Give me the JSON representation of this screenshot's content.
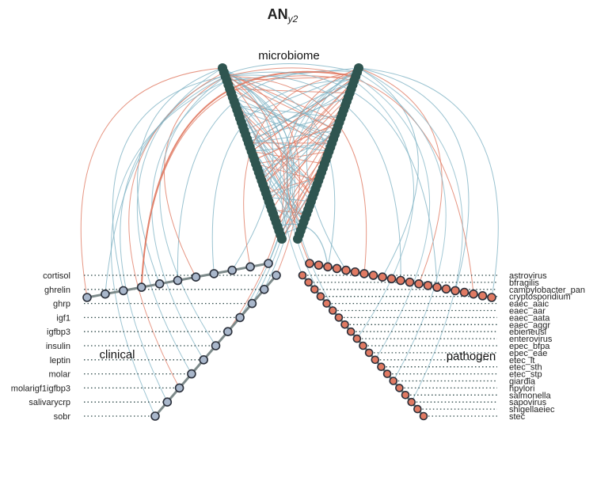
{
  "title": {
    "main": "AN",
    "sub": "y2"
  },
  "groups": {
    "microbiome": "microbiome",
    "clinical": "clinical",
    "pathogen": "pathogen"
  },
  "clinical_labels": [
    "cortisol",
    "ghrelin",
    "ghrp",
    "igf1",
    "igfbp3",
    "insulin",
    "leptin",
    "molar",
    "molarigf1igfbp3",
    "salivarycrp",
    "sobr"
  ],
  "pathogen_labels": [
    "astrovirus",
    "bfragilis",
    "campylobacter_pan",
    "cryptosporidium",
    "eaec_aaic",
    "eaec_aar",
    "eaec_aata",
    "eaec_aggr",
    "ebieneusi",
    "enterovirus",
    "epec_bfpa",
    "epec_eae",
    "etec_lt",
    "etec_sth",
    "etec_stp",
    "giardia",
    "hpylori",
    "salmonella",
    "sapovirus",
    "shigellaeiec",
    "stec"
  ],
  "colors": {
    "microbiome_node": "#2f5550",
    "node_fill": "#a9b7cb",
    "node_stroke": "#2a2f3a",
    "pathogen_fill": "#e07a63",
    "axis_line": "#7d8a8a",
    "edge_positive": "#e07a63",
    "edge_negative": "#7fb3c4",
    "leader": "#2f4a4a"
  }
}
